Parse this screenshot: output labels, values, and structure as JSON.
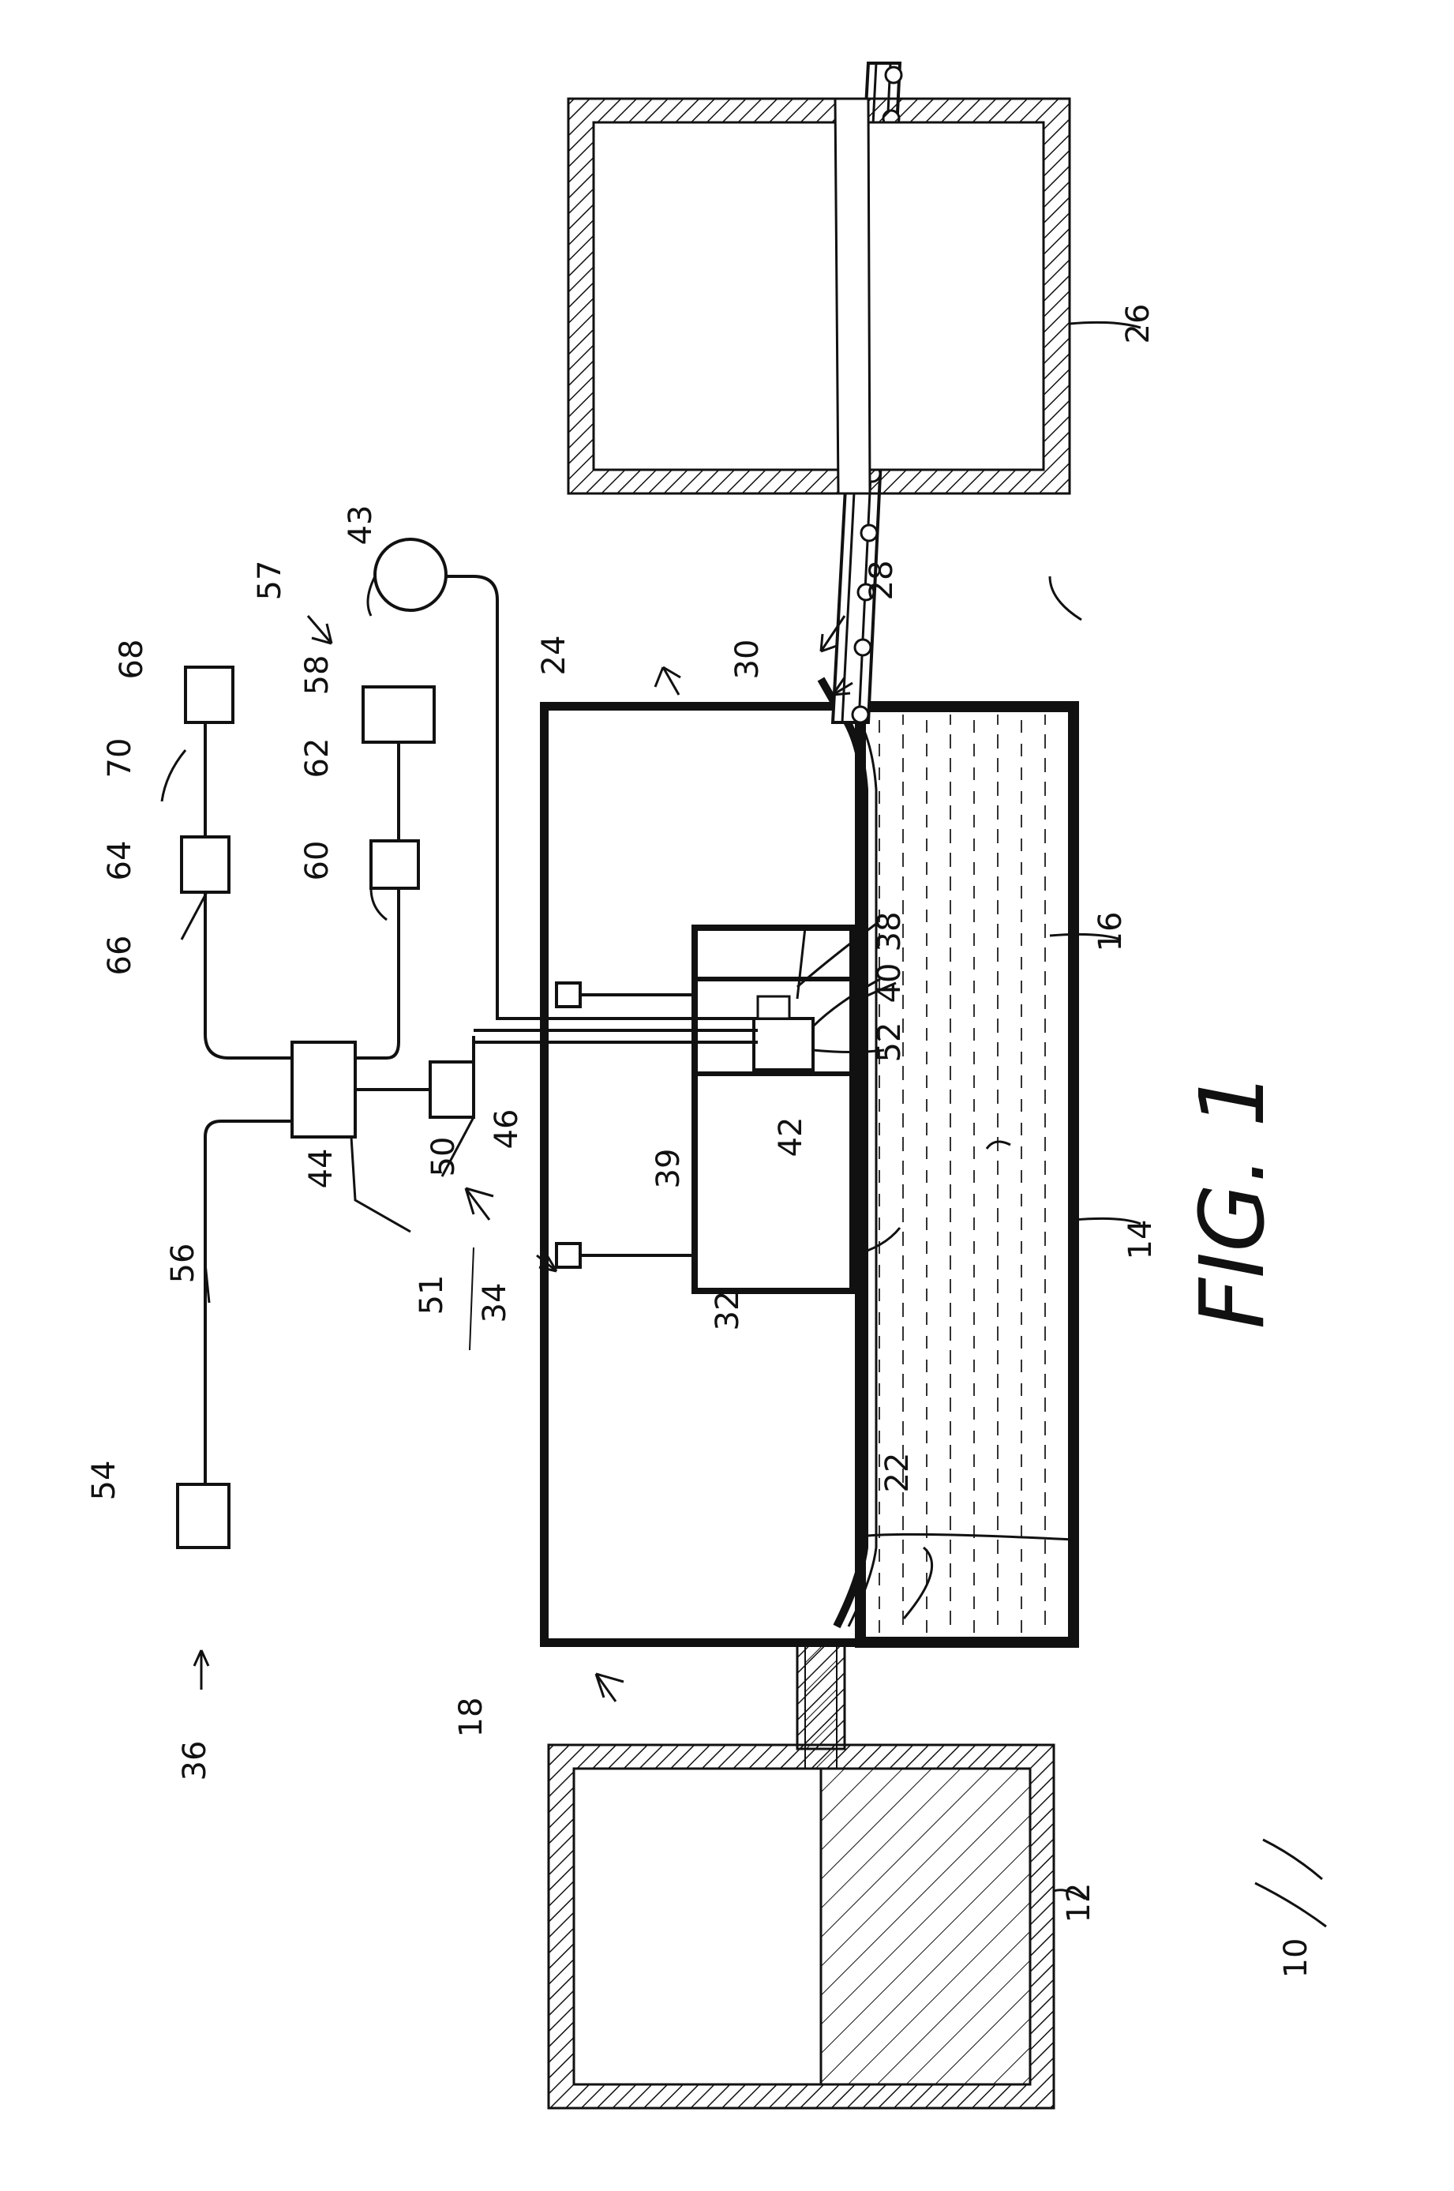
{
  "figure": {
    "caption": "FIG. 1",
    "ink_color": "#111111",
    "paper_color": "#ffffff"
  },
  "labels": {
    "r10": "10",
    "r12": "12",
    "r14": "14",
    "r16": "16",
    "r18": "18",
    "r22": "22",
    "r24": "24",
    "r26": "26",
    "r28": "28",
    "r30": "30",
    "r32": "32",
    "r34": "34",
    "r36": "36",
    "r38": "38",
    "r39": "39",
    "r40": "40",
    "r42": "42",
    "r43": "43",
    "r44": "44",
    "r46": "46",
    "r50": "50",
    "r51": "51",
    "r52": "52",
    "r54": "54",
    "r56": "56",
    "r57": "57",
    "r58": "58",
    "r60": "60",
    "r62": "62",
    "r64": "64",
    "r66": "66",
    "r68": "68",
    "r70": "70"
  }
}
